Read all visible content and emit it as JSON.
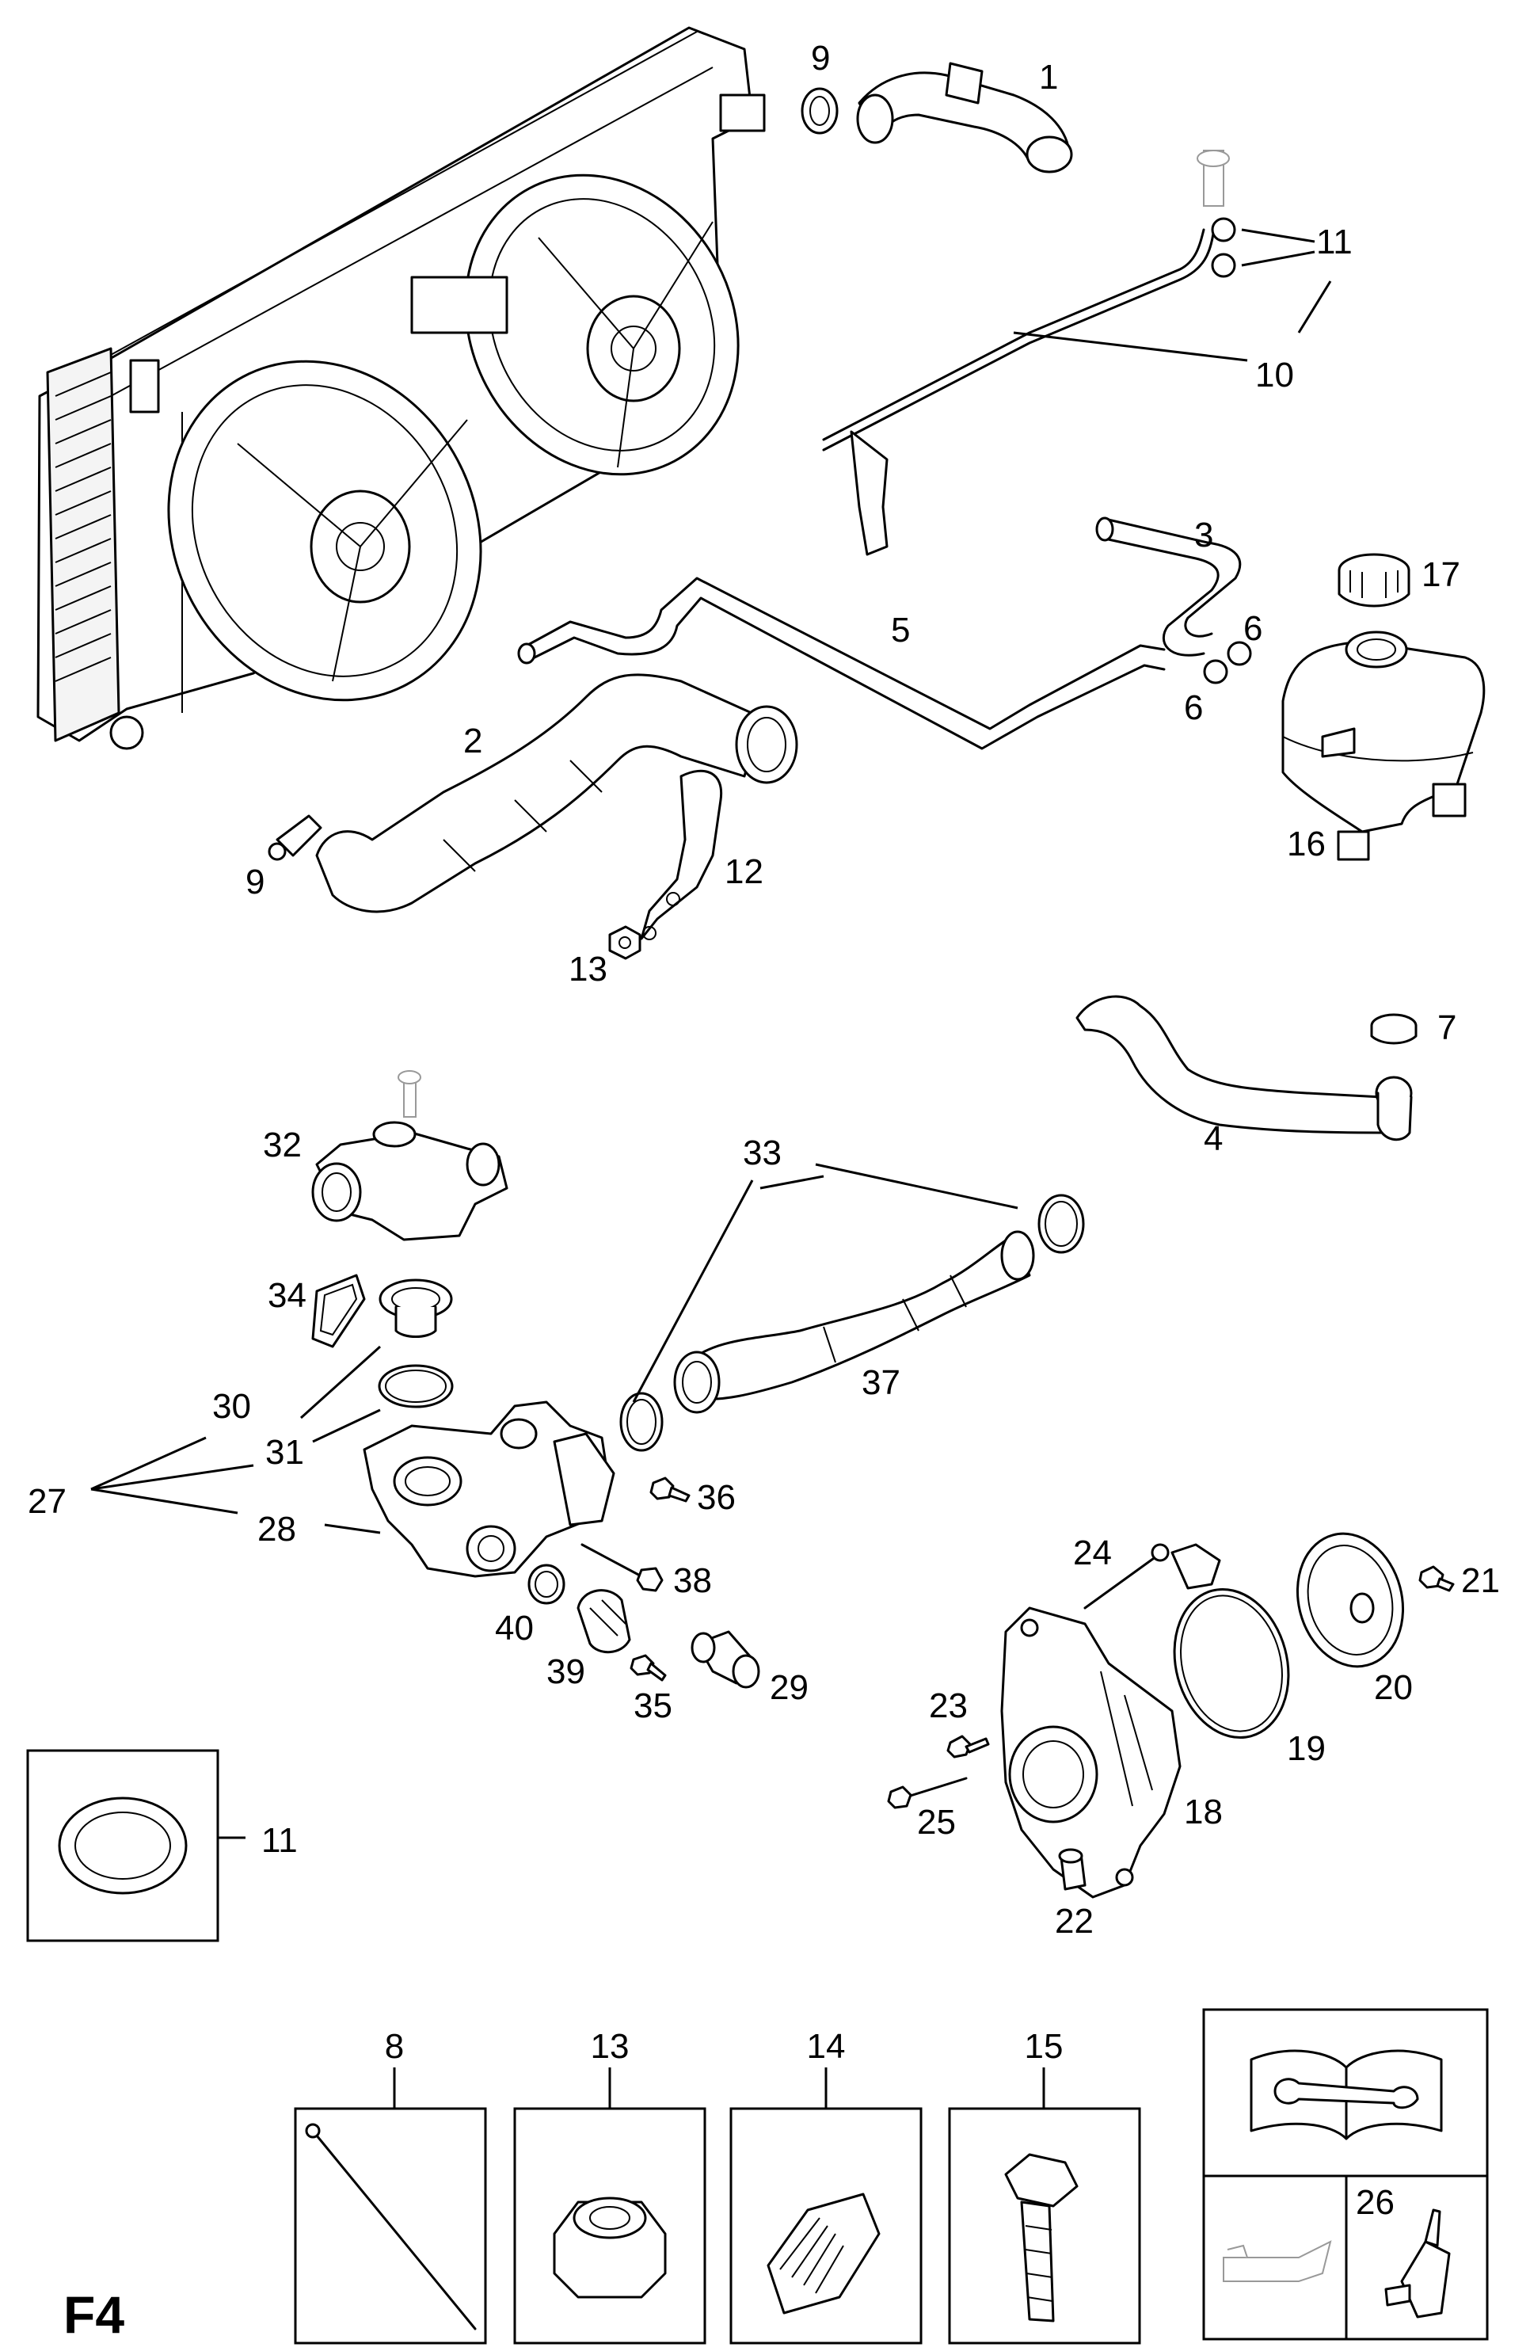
{
  "page_code": "F4",
  "callouts": [
    {
      "id": "c1",
      "text": "1"
    },
    {
      "id": "c9a",
      "text": "9"
    },
    {
      "id": "c11a",
      "text": "11"
    },
    {
      "id": "c10",
      "text": "10"
    },
    {
      "id": "c3",
      "text": "3"
    },
    {
      "id": "c17",
      "text": "17"
    },
    {
      "id": "c5",
      "text": "5"
    },
    {
      "id": "c6a",
      "text": "6"
    },
    {
      "id": "c6b",
      "text": "6"
    },
    {
      "id": "c2",
      "text": "2"
    },
    {
      "id": "c9b",
      "text": "9"
    },
    {
      "id": "c12",
      "text": "12"
    },
    {
      "id": "c13",
      "text": "13"
    },
    {
      "id": "c16",
      "text": "16"
    },
    {
      "id": "c7",
      "text": "7"
    },
    {
      "id": "c4",
      "text": "4"
    },
    {
      "id": "c32",
      "text": "32"
    },
    {
      "id": "c33",
      "text": "33"
    },
    {
      "id": "c34",
      "text": "34"
    },
    {
      "id": "c30",
      "text": "30"
    },
    {
      "id": "c37",
      "text": "37"
    },
    {
      "id": "c31",
      "text": "31"
    },
    {
      "id": "c27",
      "text": "27"
    },
    {
      "id": "c28",
      "text": "28"
    },
    {
      "id": "c36",
      "text": "36"
    },
    {
      "id": "c38",
      "text": "38"
    },
    {
      "id": "c24",
      "text": "24"
    },
    {
      "id": "c21",
      "text": "21"
    },
    {
      "id": "c40",
      "text": "40"
    },
    {
      "id": "c39",
      "text": "39"
    },
    {
      "id": "c35",
      "text": "35"
    },
    {
      "id": "c29",
      "text": "29"
    },
    {
      "id": "c23",
      "text": "23"
    },
    {
      "id": "c20",
      "text": "20"
    },
    {
      "id": "c19",
      "text": "19"
    },
    {
      "id": "c18",
      "text": "18"
    },
    {
      "id": "c25",
      "text": "25"
    },
    {
      "id": "c22",
      "text": "22"
    },
    {
      "id": "c11b",
      "text": "11"
    }
  ],
  "detail_boxes": [
    {
      "id": "b8",
      "text": "8"
    },
    {
      "id": "b13",
      "text": "13"
    },
    {
      "id": "b14",
      "text": "14"
    },
    {
      "id": "b15",
      "text": "15"
    }
  ],
  "symbol_box": {
    "text": "26"
  }
}
